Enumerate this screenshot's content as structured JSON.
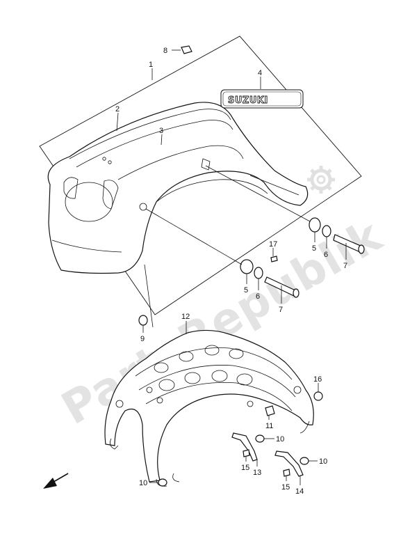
{
  "watermark": "PartsRepublik",
  "emblem_text": "SUZUKI",
  "callouts": [
    {
      "id": "c1",
      "label": "1"
    },
    {
      "id": "c2",
      "label": "2"
    },
    {
      "id": "c3",
      "label": "3"
    },
    {
      "id": "c4",
      "label": "4"
    },
    {
      "id": "c5a",
      "label": "5"
    },
    {
      "id": "c5b",
      "label": "5"
    },
    {
      "id": "c6a",
      "label": "6"
    },
    {
      "id": "c6b",
      "label": "6"
    },
    {
      "id": "c7a",
      "label": "7"
    },
    {
      "id": "c7b",
      "label": "7"
    },
    {
      "id": "c8",
      "label": "8"
    },
    {
      "id": "c9",
      "label": "9"
    },
    {
      "id": "c10a",
      "label": "10"
    },
    {
      "id": "c10b",
      "label": "10"
    },
    {
      "id": "c10c",
      "label": "10"
    },
    {
      "id": "c11",
      "label": "11"
    },
    {
      "id": "c12",
      "label": "12"
    },
    {
      "id": "c13",
      "label": "13"
    },
    {
      "id": "c14",
      "label": "14"
    },
    {
      "id": "c15a",
      "label": "15"
    },
    {
      "id": "c15b",
      "label": "15"
    },
    {
      "id": "c16",
      "label": "16"
    },
    {
      "id": "c17",
      "label": "17"
    }
  ]
}
